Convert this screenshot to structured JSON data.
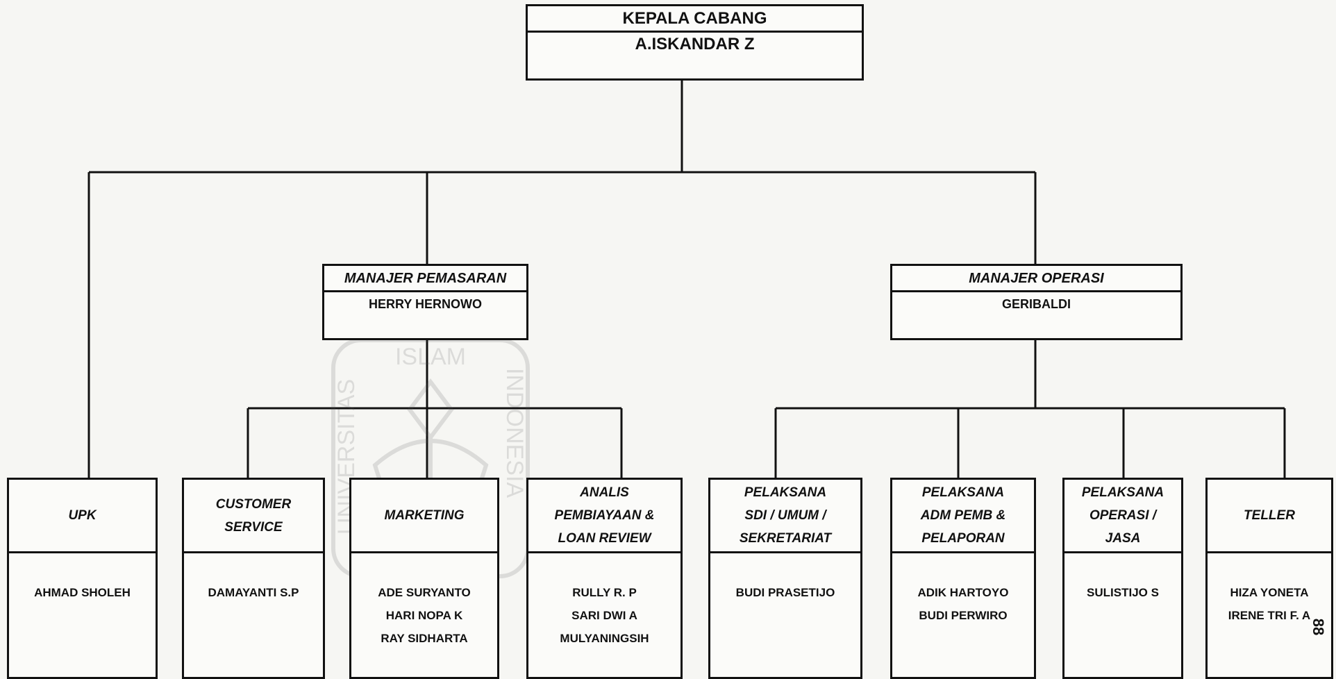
{
  "org": {
    "top": {
      "title": "KEPALA CABANG",
      "names": [
        "A.ISKANDAR Z"
      ]
    },
    "managers": [
      {
        "title": "MANAJER PEMASARAN",
        "names": [
          "HERRY  HERNOWO"
        ]
      },
      {
        "title": "MANAJER OPERASI",
        "names": [
          "GERIBALDI"
        ]
      }
    ],
    "units": [
      {
        "title": [
          "UPK"
        ],
        "names": [
          "AHMAD SHOLEH"
        ]
      },
      {
        "title": [
          "CUSTOMER",
          "SERVICE"
        ],
        "names": [
          "DAMAYANTI S.P"
        ]
      },
      {
        "title": [
          "MARKETING"
        ],
        "names": [
          "ADE SURYANTO",
          "HARI NOPA K",
          "RAY SIDHARTA"
        ]
      },
      {
        "title": [
          "ANALIS",
          "PEMBIAYAAN  &",
          "LOAN REVIEW"
        ],
        "names": [
          "RULLY R. P",
          "SARI DWI A",
          "MULYANINGSIH"
        ]
      },
      {
        "title": [
          "PELAKSANA",
          "SDI / UMUM /",
          "SEKRETARIAT"
        ],
        "names": [
          "BUDI  PRASETIJO"
        ]
      },
      {
        "title": [
          "PELAKSANA",
          "ADM PEMB &",
          "PELAPORAN"
        ],
        "names": [
          "ADIK HARTOYO",
          "BUDI PERWIRO"
        ]
      },
      {
        "title": [
          "PELAKSANA",
          "OPERASI /",
          "JASA"
        ],
        "names": [
          "SULISTIJO S"
        ]
      },
      {
        "title": [
          "TELLER"
        ],
        "names": [
          "HIZA YONETA",
          "IRENE TRI F. A"
        ]
      }
    ]
  },
  "watermark": {
    "text": [
      "ISLAM",
      "UNIVERSITAS",
      "INDONESIA"
    ]
  },
  "page_number": "88",
  "colors": {
    "line": "#111111",
    "background": "#f6f6f3",
    "watermark": "#555555"
  }
}
